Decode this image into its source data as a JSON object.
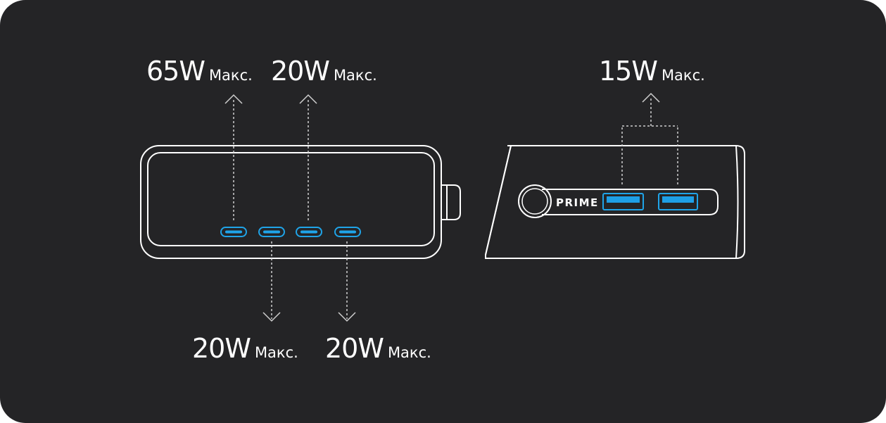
{
  "labels": [
    {
      "key": "usb-c-1",
      "power": "65W",
      "suffix": "Макс."
    },
    {
      "key": "usb-c-2",
      "power": "20W",
      "suffix": "Макс."
    },
    {
      "key": "usb-c-3",
      "power": "20W",
      "suffix": "Макс."
    },
    {
      "key": "usb-c-4",
      "power": "20W",
      "suffix": "Макс."
    },
    {
      "key": "usb-a",
      "power": "15W",
      "suffix": "Макс."
    }
  ],
  "device": {
    "brand": "PRIME"
  },
  "colors": {
    "background": "#242426",
    "outline": "#ffffff",
    "port_accent": "#1fa4e8",
    "port_fill": "#1e9fe6"
  }
}
